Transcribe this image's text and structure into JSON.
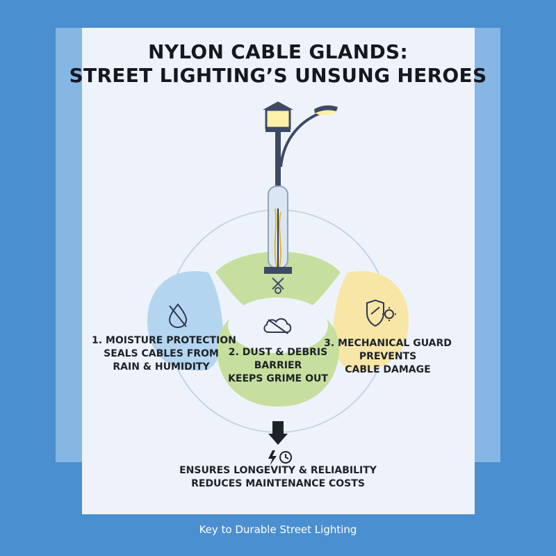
{
  "title": {
    "line1": "NYLON CABLE GLANDS:",
    "line2": "STREET LIGHTING’S UNSUNG HEROES"
  },
  "segments": [
    {
      "title": "1. MOISTURE PROTECTION",
      "line2": "SEALS CABLES FROM",
      "line3": "RAIN & HUMIDITY",
      "icon": "water-drop-crossed-icon",
      "color": "#b4d5ef"
    },
    {
      "title": "2. DUST & DEBRIS",
      "line2": "BARRIER",
      "line3": "KEEPS GRIME OUT",
      "icon": "cloud-crossed-icon",
      "color": "#c6df9e"
    },
    {
      "title": "3. MECHANICAL GUARD",
      "line2": "PREVENTS",
      "line3": "CABLE DAMAGE",
      "icon": "shield-gear-icon",
      "color": "#f8e6a6"
    }
  ],
  "outcome": {
    "line1": "ENSURES LONGEVITY & RELIABILITY",
    "line2": "REDUCES MAINTENANCE COSTS",
    "icons": [
      "arrow-down-icon",
      "lightning-icon",
      "clock-icon"
    ]
  },
  "caption": "Key to Durable Street Lighting",
  "colors": {
    "background": "#4a8fcf",
    "card": "#eef3fb",
    "pole": "#3d4a66",
    "lamp_glow": "#fff0a8"
  }
}
